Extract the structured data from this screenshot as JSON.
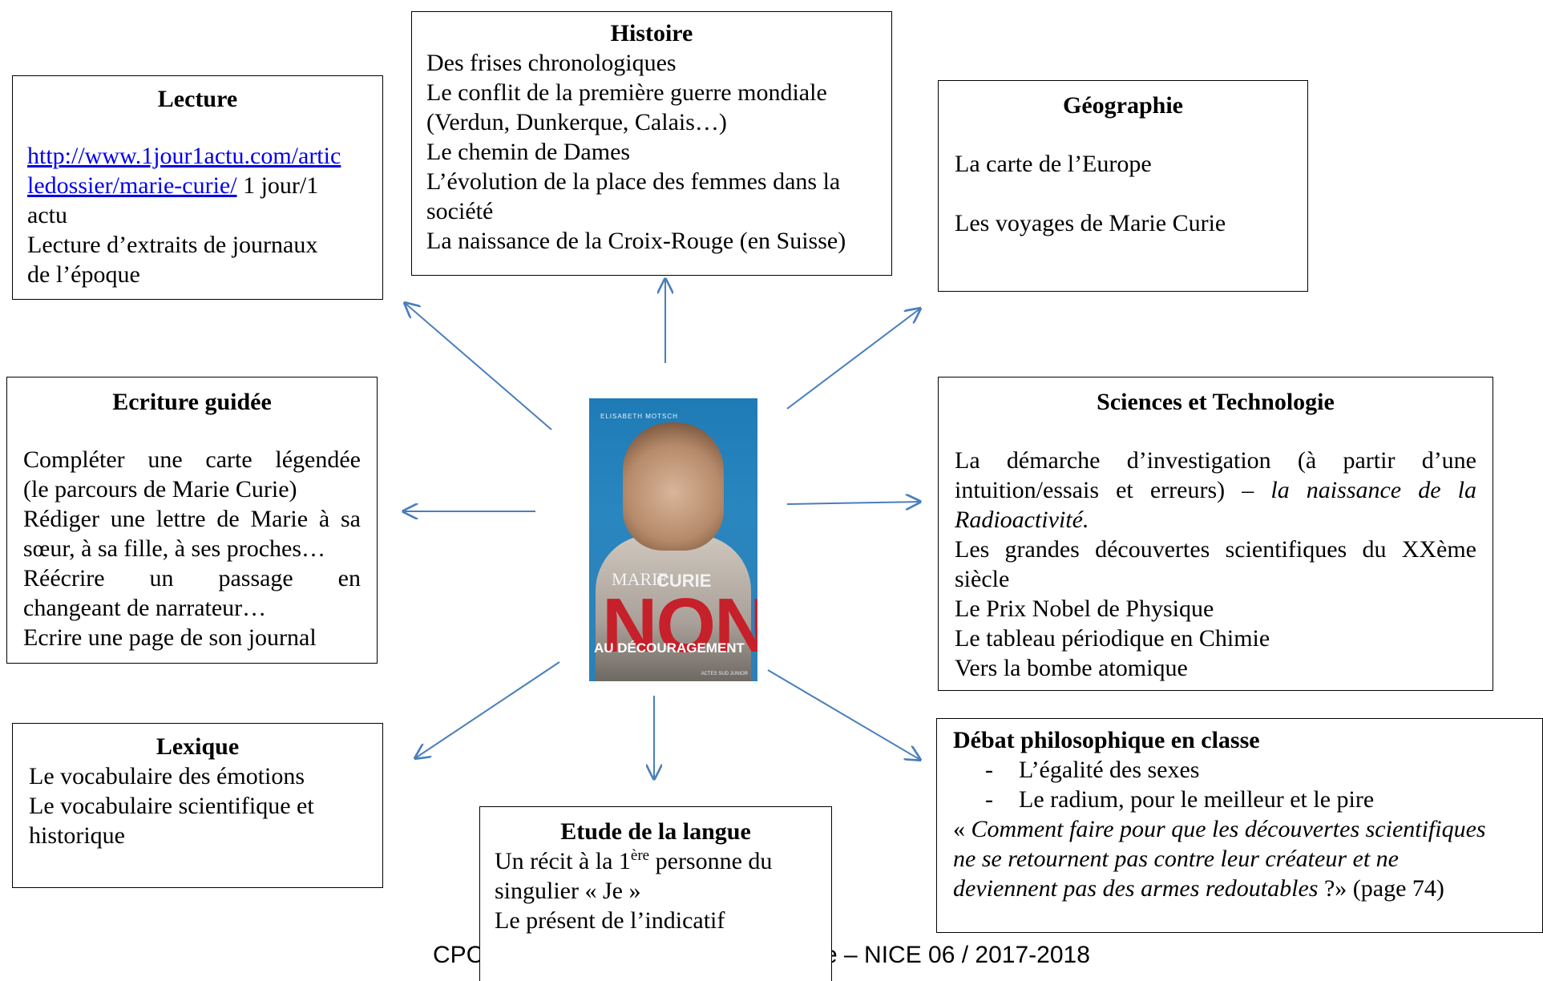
{
  "lecture": {
    "title": "Lecture",
    "link_line1": "http://www.1jour1actu.com/artic",
    "link_line2": "ledossier/marie-curie/",
    "link_suffix": " 1 jour/1",
    "line3": "actu",
    "line4": "Lecture d’extraits de journaux",
    "line5": "de l’époque"
  },
  "histoire": {
    "title": "Histoire",
    "lines": [
      "Des frises chronologiques",
      "Le conflit de la première guerre mondiale",
      "(Verdun, Dunkerque, Calais…)",
      "Le chemin de Dames",
      "L’évolution de la place des femmes dans la",
      "société",
      "La naissance de la Croix-Rouge (en Suisse)"
    ]
  },
  "geographie": {
    "title": "Géographie",
    "lines": [
      "La carte de l’Europe",
      "Les voyages de Marie Curie"
    ]
  },
  "ecriture": {
    "title": "Ecriture guidée",
    "lines": [
      "Compléter une carte légendée",
      "(le parcours de Marie Curie)",
      "Rédiger une lettre de Marie à sa",
      "sœur, à sa fille, à ses proches…",
      "Réécrire un passage en",
      "changeant de narrateur…",
      "Ecrire une page de son journal"
    ]
  },
  "sciences": {
    "title": "Sciences et Technologie",
    "line1": "La démarche d’investigation (à partir d’une",
    "line2a": "intuition/essais et erreurs) – ",
    "line2b": "la naissance de la",
    "line3": "Radioactivité.",
    "line4": "Les grandes découvertes scientifiques du XXème",
    "line5": "siècle",
    "line6": "Le Prix Nobel de Physique",
    "line7": "Le tableau périodique en Chimie",
    "line8": "Vers la bombe atomique"
  },
  "lexique": {
    "title": "Lexique",
    "lines": [
      "Le vocabulaire des émotions",
      "Le vocabulaire scientifique et",
      "historique"
    ]
  },
  "langue": {
    "title": "Etude de la langue",
    "line1a": "Un récit à la 1",
    "line1sup": "ère",
    "line1b": " personne du",
    "line2": "singulier « Je »",
    "line3": "Le présent de l’indicatif"
  },
  "debat": {
    "title": "Débat philosophique en classe",
    "bullets": [
      "L’égalité des sexes",
      "Le radium, pour le meilleur et le pire"
    ],
    "quote_open": "« ",
    "quote_l1": "Comment faire pour que les découvertes scientifiques",
    "quote_l2": "ne se retournent pas contre leur créateur et ne",
    "quote_l3": "deviennent pas des armes redoutables",
    "quote_end": " ?» (page 74)"
  },
  "book": {
    "author": "ELISABETH MOTSCH",
    "title_1": "MARIE",
    "title_2": "CURIE",
    "title_3": "NON",
    "title_4": "AU DÉCOURAGEMENT",
    "publisher": "ACTES SUD JUNIOR"
  },
  "footer": {
    "left": "CPC-",
    "right": "e – NICE 06 / 2017-2018"
  },
  "colors": {
    "arrow": "#4a7ebb"
  }
}
